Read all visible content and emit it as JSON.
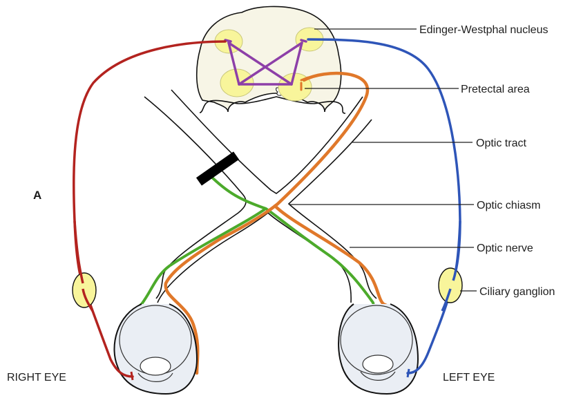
{
  "figure": {
    "panel_label": "A",
    "labels": {
      "edinger_westphal": "Edinger-Westphal nucleus",
      "pretectal": "Pretectal area",
      "optic_tract": "Optic tract",
      "optic_chiasm": "Optic chiasm",
      "optic_nerve": "Optic nerve",
      "ciliary_ganglion": "Ciliary ganglion",
      "right_eye": "RIGHT EYE",
      "left_eye": "LEFT EYE"
    },
    "colors": {
      "right_efferent": "#b3231f",
      "left_efferent": "#2e55b8",
      "interneuron": "#8d3fa8",
      "afferent_green": "#4caa2b",
      "afferent_orange": "#e0782a",
      "nucleus_fill": "#f8f59b",
      "midbrain_fill": "#f7f5e6",
      "lesion": "#000000"
    }
  }
}
